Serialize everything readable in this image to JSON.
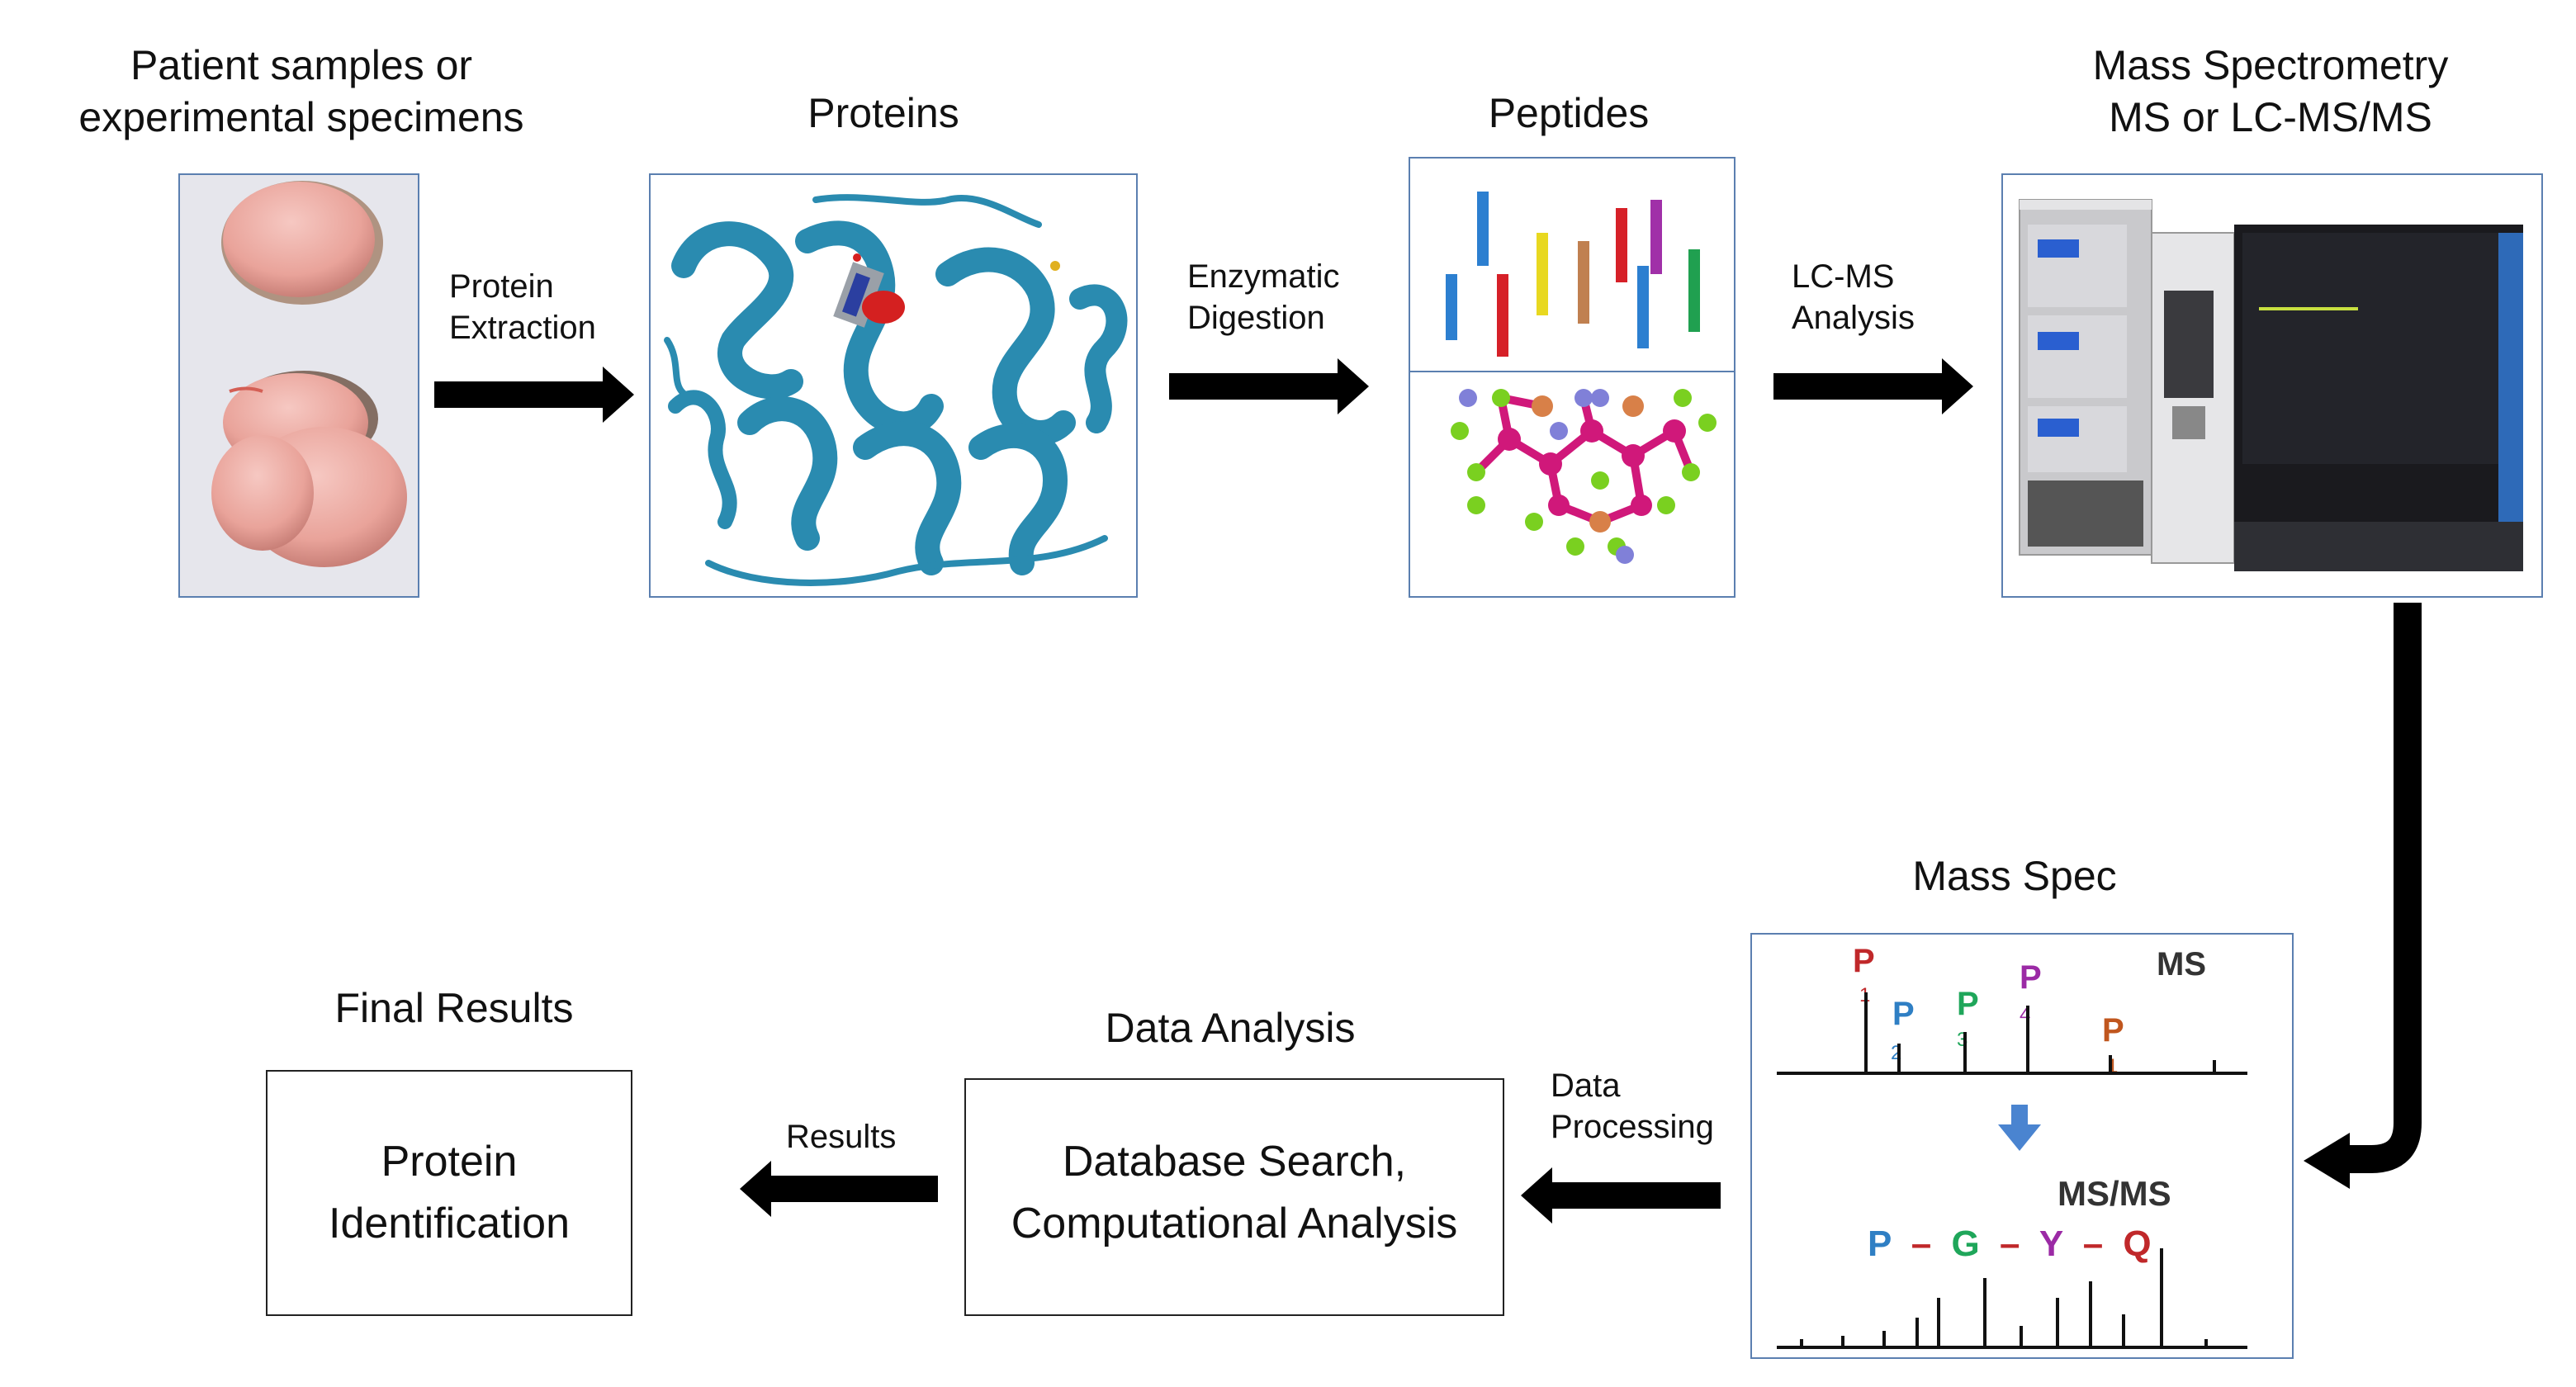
{
  "stages": {
    "samples": {
      "title_l1": "Patient samples or",
      "title_l2": "experimental specimens"
    },
    "proteins": {
      "title": "Proteins"
    },
    "peptides": {
      "title": "Peptides"
    },
    "ms": {
      "title_l1": "Mass Spectrometry",
      "title_l2": "MS or LC-MS/MS"
    },
    "massspec": {
      "title": "Mass Spec",
      "ms_label": "MS",
      "msms_label": "MS/MS",
      "peaks": [
        {
          "letter": "P",
          "num": "1",
          "color": "#c0282a"
        },
        {
          "letter": "P",
          "num": "2",
          "color": "#2f7fc4"
        },
        {
          "letter": "P",
          "num": "3",
          "color": "#1fa65a"
        },
        {
          "letter": "P",
          "num": "4",
          "color": "#9b2aa5"
        },
        {
          "letter": "P",
          "num": "1",
          "color": "#c0561e"
        }
      ],
      "sequence": [
        {
          "t": "P",
          "color": "#2f7fc4"
        },
        {
          "t": "–",
          "color": "#c0282a"
        },
        {
          "t": "G",
          "color": "#1fa65a"
        },
        {
          "t": "–",
          "color": "#c0282a"
        },
        {
          "t": "Y",
          "color": "#9b2aa5"
        },
        {
          "t": "–",
          "color": "#c0282a"
        },
        {
          "t": "Q",
          "color": "#c0282a"
        }
      ]
    },
    "data_analysis": {
      "title": "Data Analysis",
      "box_l1": "Database Search,",
      "box_l2": "Computational Analysis"
    },
    "final": {
      "title": "Final Results",
      "box_l1": "Protein",
      "box_l2": "Identification"
    }
  },
  "arrows": {
    "extraction": {
      "l1": "Protein",
      "l2": "Extraction"
    },
    "digestion": {
      "l1": "Enzymatic",
      "l2": "Digestion"
    },
    "lcms": {
      "l1": "LC-MS",
      "l2": "Analysis"
    },
    "processing": {
      "l1": "Data",
      "l2": "Processing"
    },
    "results": {
      "l1": "Results"
    }
  },
  "colors": {
    "panel_border": "#5b7fb0",
    "arrow": "#000000",
    "helix": "#2a8bb0",
    "bond": "#d0187a"
  }
}
